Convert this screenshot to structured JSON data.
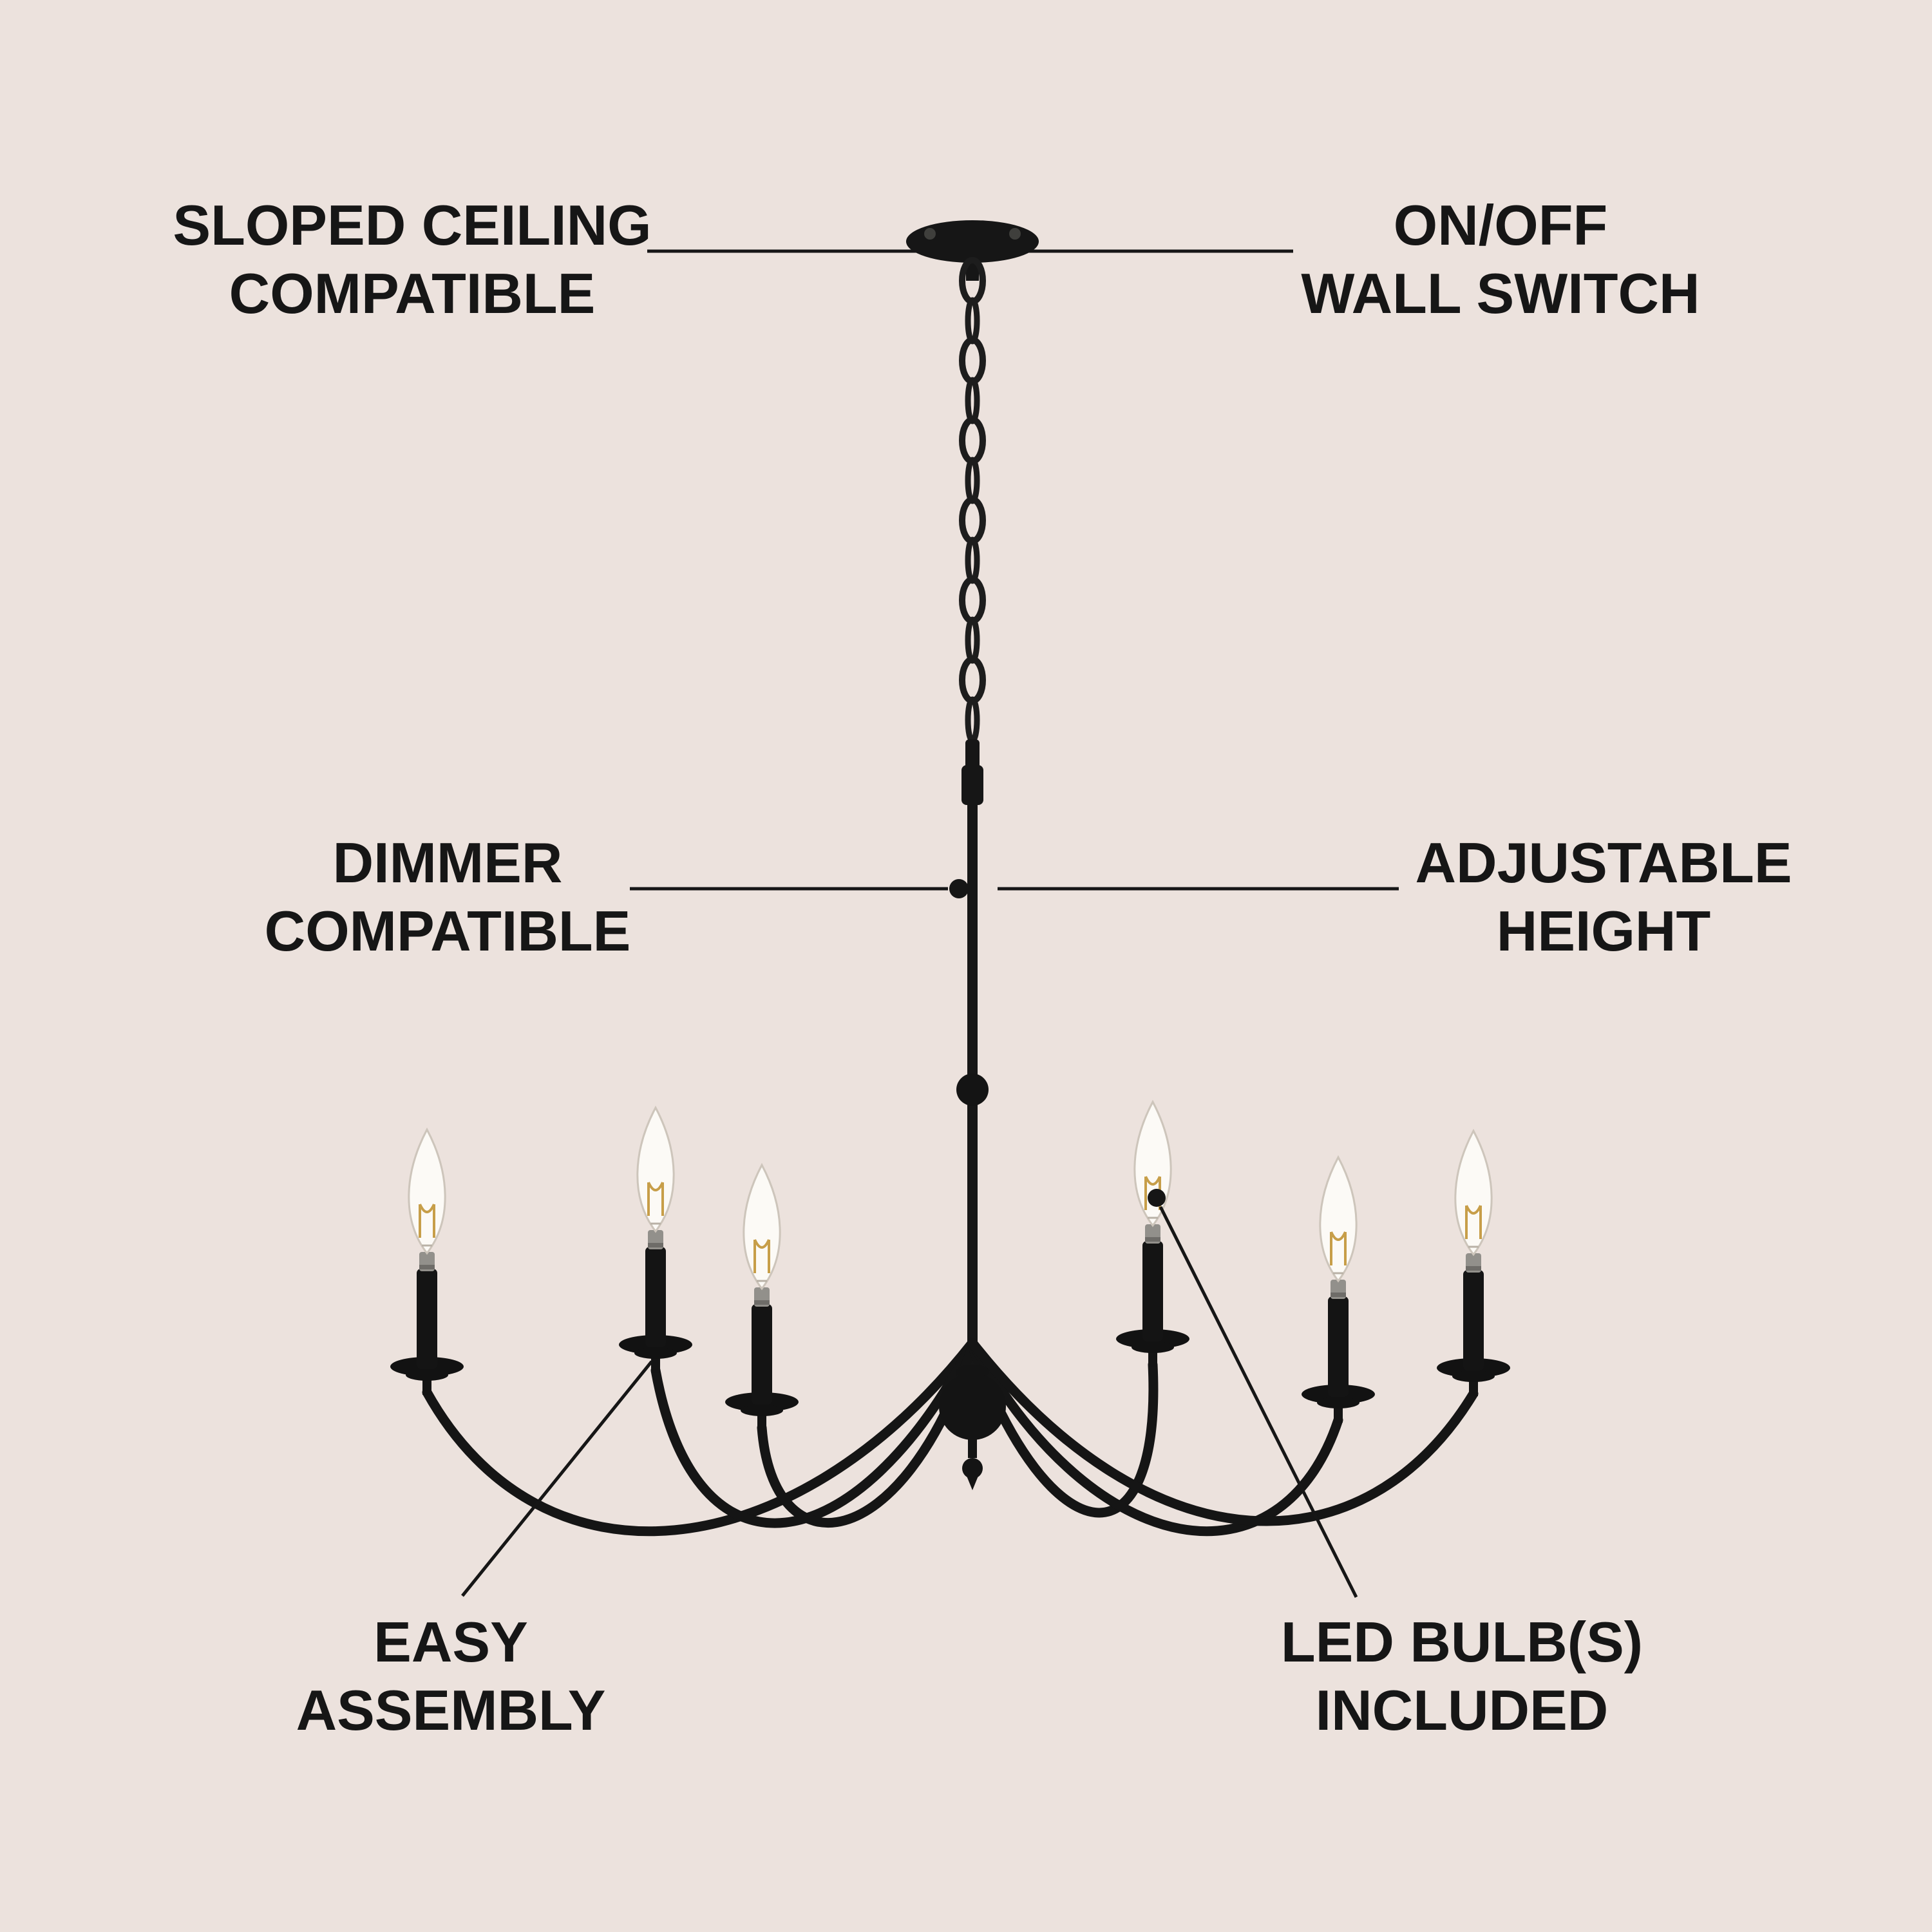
{
  "page": {
    "background_color": "#ece2dd",
    "ink_color": "#161616"
  },
  "illustration": {
    "name": "six-light-black-candle-chandelier",
    "light_count": 6,
    "colors": {
      "metal": "#141414",
      "bulb_glass": "#fcfaf6",
      "filament": "#c79e49",
      "socket": "#92908b"
    }
  },
  "callouts": [
    {
      "id": "sloped-ceiling",
      "line1": "SLOPED CEILING",
      "line2": "COMPATIBLE"
    },
    {
      "id": "on-off-wall-switch",
      "line1": "ON/OFF",
      "line2": "WALL SWITCH"
    },
    {
      "id": "dimmer-compatible",
      "line1": "DIMMER",
      "line2": "COMPATIBLE"
    },
    {
      "id": "adjustable-height",
      "line1": "ADJUSTABLE",
      "line2": "HEIGHT"
    },
    {
      "id": "easy-assembly",
      "line1": "EASY",
      "line2": "ASSEMBLY"
    },
    {
      "id": "led-bulbs-included",
      "line1": "LED BULB(S)",
      "line2": "INCLUDED"
    }
  ]
}
